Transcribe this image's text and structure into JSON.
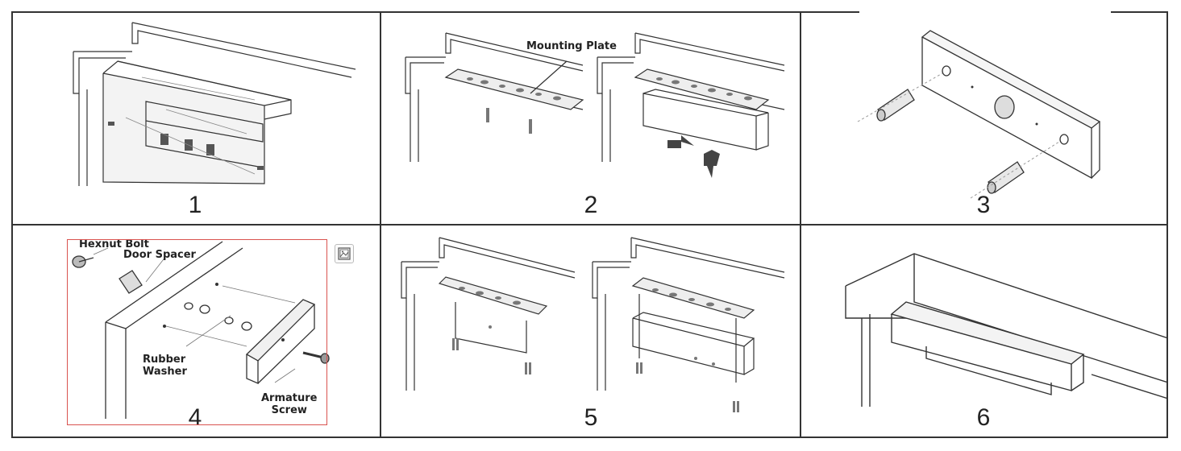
{
  "steps": [
    {
      "number": "1"
    },
    {
      "number": "2",
      "labels": {
        "mounting_plate": "Mounting Plate"
      }
    },
    {
      "number": "3"
    },
    {
      "number": "4",
      "labels": {
        "hexnut_bolt": "Hexnut Bolt",
        "door_spacer": "Door Spacer",
        "rubber_washer": "Rubber\nWasher",
        "armature_screw": "Armature\nScrew"
      }
    },
    {
      "number": "5"
    },
    {
      "number": "6"
    }
  ],
  "colors": {
    "line": "#333333",
    "selection": "#d9534f",
    "fill_light": "#eeeeee",
    "fill_mid": "#cfcfcf"
  },
  "icons": {
    "image_tool": "image-icon"
  }
}
